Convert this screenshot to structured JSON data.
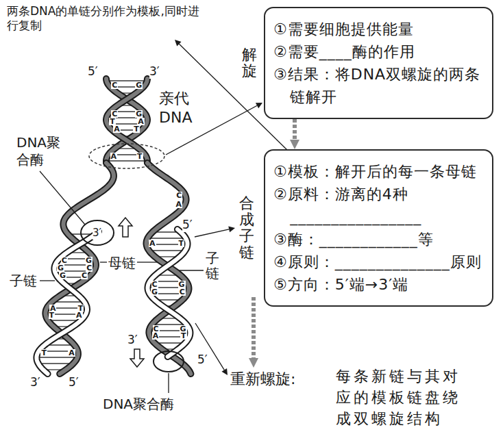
{
  "diagram": {
    "nodes": [
      {
        "text": [
          "解旋",
          "①需要细胞提供能量",
          "②需要____酶的作用",
          "③结果：将DNA双螺旋的两条链解开"
        ]
      },
      {
        "text": [
          "合成子链",
          "①模板：解开后的每一条母链",
          "②原料：游离的4种________________",
          "③酶：____________等",
          "④原则：______________原则",
          "⑤方向：5′端→3′端"
        ]
      }
    ],
    "edges": [
      {
        "from": 0,
        "to": 1,
        "arrow": "to"
      }
    ],
    "labels": [
      "两条DNA的单链分别作为模板,同时进行复制",
      "5′",
      "3′",
      "亲代DNA",
      "DNA聚合酶",
      "3′",
      "母链",
      "子链",
      "5′",
      "子链",
      "3′",
      "5′",
      "3′",
      "5′",
      "DNA聚合酶",
      "重新螺旋:",
      "每条新链与其对应的模板链盘绕成双螺旋结构",
      "C",
      "G",
      "G",
      "C",
      "A",
      "T",
      "T",
      "A",
      "A",
      "T",
      "C",
      "A",
      "A",
      "T",
      "G",
      "C",
      "C",
      "G",
      "C",
      "G",
      "G",
      "C",
      "C",
      "G",
      "A",
      "T",
      "T",
      "A",
      "C",
      "G",
      "A",
      "T",
      "A",
      "T"
    ]
  }
}
